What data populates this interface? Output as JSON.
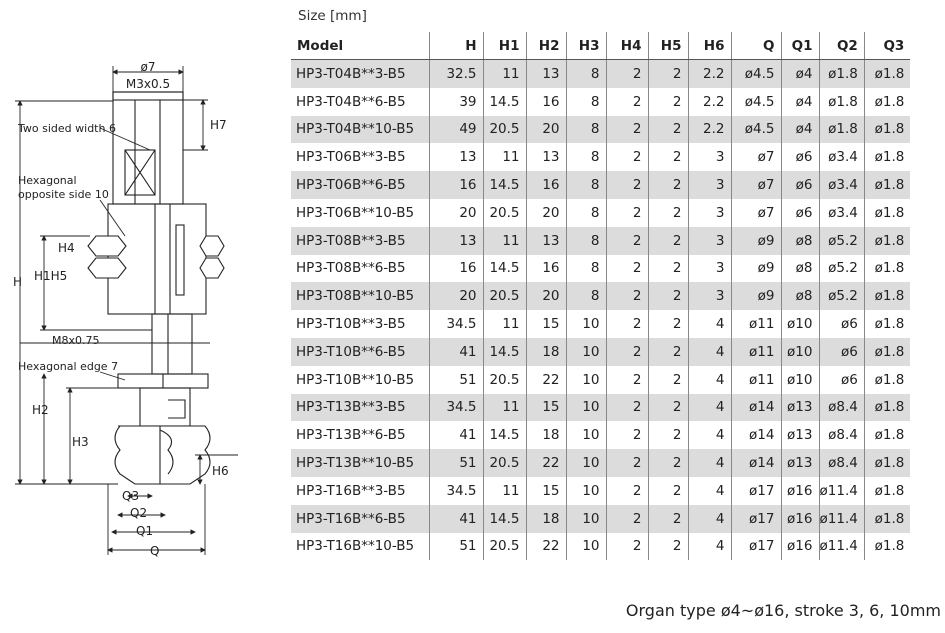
{
  "drawing": {
    "labels": {
      "d7": "ø7",
      "m3": "M3x0.5",
      "two_sided": "Two sided width 6",
      "h7": "H7",
      "hex_opp_1": "Hexagonal",
      "hex_opp_2": "opposite side 10",
      "h4": "H4",
      "h1h5": "H1H5",
      "h": "H",
      "m8": "M8x0.75",
      "hex_edge": "Hexagonal edge 7",
      "h2": "H2",
      "h3": "H3",
      "h6": "H6",
      "q3": "Q3",
      "q2": "Q2",
      "q1": "Q1",
      "q": "Q"
    }
  },
  "table": {
    "size_label": "Size [mm]",
    "headers": [
      "Model",
      "H",
      "H1",
      "H2",
      "H3",
      "H4",
      "H5",
      "H6",
      "Q",
      "Q1",
      "Q2",
      "Q3"
    ],
    "rows": [
      [
        "HP3-T04B**3-B5",
        "32.5",
        "11",
        "13",
        "8",
        "2",
        "2",
        "2.2",
        "ø4.5",
        "ø4",
        "ø1.8",
        "ø1.8"
      ],
      [
        "HP3-T04B**6-B5",
        "39",
        "14.5",
        "16",
        "8",
        "2",
        "2",
        "2.2",
        "ø4.5",
        "ø4",
        "ø1.8",
        "ø1.8"
      ],
      [
        "HP3-T04B**10-B5",
        "49",
        "20.5",
        "20",
        "8",
        "2",
        "2",
        "2.2",
        "ø4.5",
        "ø4",
        "ø1.8",
        "ø1.8"
      ],
      [
        "HP3-T06B**3-B5",
        "13",
        "11",
        "13",
        "8",
        "2",
        "2",
        "3",
        "ø7",
        "ø6",
        "ø3.4",
        "ø1.8"
      ],
      [
        "HP3-T06B**6-B5",
        "16",
        "14.5",
        "16",
        "8",
        "2",
        "2",
        "3",
        "ø7",
        "ø6",
        "ø3.4",
        "ø1.8"
      ],
      [
        "HP3-T06B**10-B5",
        "20",
        "20.5",
        "20",
        "8",
        "2",
        "2",
        "3",
        "ø7",
        "ø6",
        "ø3.4",
        "ø1.8"
      ],
      [
        "HP3-T08B**3-B5",
        "13",
        "11",
        "13",
        "8",
        "2",
        "2",
        "3",
        "ø9",
        "ø8",
        "ø5.2",
        "ø1.8"
      ],
      [
        "HP3-T08B**6-B5",
        "16",
        "14.5",
        "16",
        "8",
        "2",
        "2",
        "3",
        "ø9",
        "ø8",
        "ø5.2",
        "ø1.8"
      ],
      [
        "HP3-T08B**10-B5",
        "20",
        "20.5",
        "20",
        "8",
        "2",
        "2",
        "3",
        "ø9",
        "ø8",
        "ø5.2",
        "ø1.8"
      ],
      [
        "HP3-T10B**3-B5",
        "34.5",
        "11",
        "15",
        "10",
        "2",
        "2",
        "4",
        "ø11",
        "ø10",
        "ø6",
        "ø1.8"
      ],
      [
        "HP3-T10B**6-B5",
        "41",
        "14.5",
        "18",
        "10",
        "2",
        "2",
        "4",
        "ø11",
        "ø10",
        "ø6",
        "ø1.8"
      ],
      [
        "HP3-T10B**10-B5",
        "51",
        "20.5",
        "22",
        "10",
        "2",
        "2",
        "4",
        "ø11",
        "ø10",
        "ø6",
        "ø1.8"
      ],
      [
        "HP3-T13B**3-B5",
        "34.5",
        "11",
        "15",
        "10",
        "2",
        "2",
        "4",
        "ø14",
        "ø13",
        "ø8.4",
        "ø1.8"
      ],
      [
        "HP3-T13B**6-B5",
        "41",
        "14.5",
        "18",
        "10",
        "2",
        "2",
        "4",
        "ø14",
        "ø13",
        "ø8.4",
        "ø1.8"
      ],
      [
        "HP3-T13B**10-B5",
        "51",
        "20.5",
        "22",
        "10",
        "2",
        "2",
        "4",
        "ø14",
        "ø13",
        "ø8.4",
        "ø1.8"
      ],
      [
        "HP3-T16B**3-B5",
        "34.5",
        "11",
        "15",
        "10",
        "2",
        "2",
        "4",
        "ø17",
        "ø16",
        "ø11.4",
        "ø1.8"
      ],
      [
        "HP3-T16B**6-B5",
        "41",
        "14.5",
        "18",
        "10",
        "2",
        "2",
        "4",
        "ø17",
        "ø16",
        "ø11.4",
        "ø1.8"
      ],
      [
        "HP3-T16B**10-B5",
        "51",
        "20.5",
        "22",
        "10",
        "2",
        "2",
        "4",
        "ø17",
        "ø16",
        "ø11.4",
        "ø1.8"
      ]
    ],
    "shade_color": "#dcdcdc"
  },
  "caption": "Organ type ø4~ø16, stroke 3, 6, 10mm"
}
